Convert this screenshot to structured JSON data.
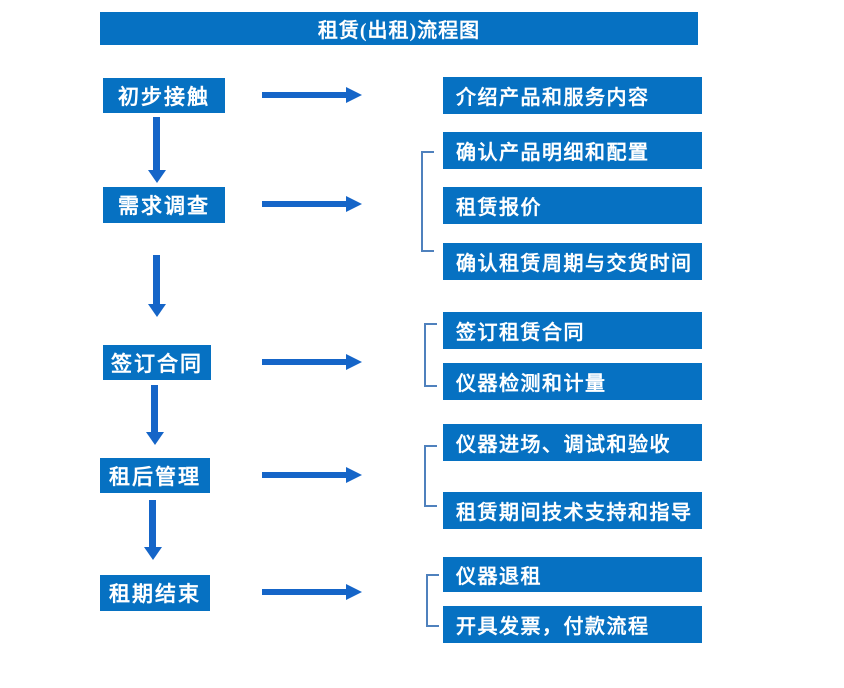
{
  "title": "租赁(出租)流程图",
  "colors": {
    "box_blue": "#0671c2",
    "arrow_blue": "#1565c8",
    "bracket_blue": "#4f81bd",
    "text_white": "#ffffff",
    "background": "#ffffff"
  },
  "steps": [
    {
      "label": "初步接触",
      "outputs": [
        "介绍产品和服务内容"
      ]
    },
    {
      "label": "需求调查",
      "outputs": [
        "确认产品明细和配置",
        "租赁报价",
        "确认租赁周期与交货时间"
      ]
    },
    {
      "label": "签订合同",
      "outputs": [
        "签订租赁合同",
        "仪器检测和计量"
      ]
    },
    {
      "label": "租后管理",
      "outputs": [
        "仪器进场、调试和验收",
        "租赁期间技术支持和指导"
      ]
    },
    {
      "label": "租期结束",
      "outputs": [
        "仪器退租",
        "开具发票，付款流程"
      ]
    }
  ],
  "connectors": {
    "horizontal_arrow_count": 5,
    "vertical_arrow_count": 4,
    "bracket_count": 4
  }
}
